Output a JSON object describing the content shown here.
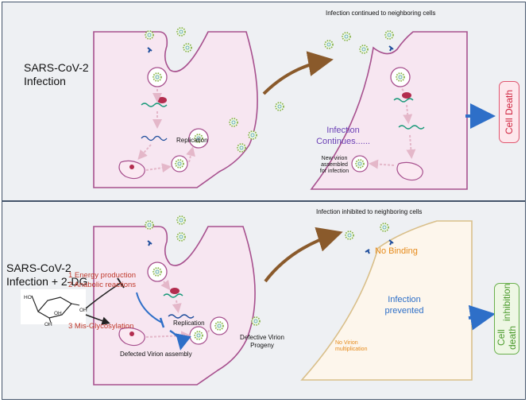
{
  "top_panel": {
    "title_line1": "SARS-CoV-2",
    "title_line2": "Infection",
    "heading": "Infection continued to neighboring cells",
    "replication_label": "Replication",
    "continues_line1": "Infection",
    "continues_line2": "Continues......",
    "new_virion_line1": "New virion",
    "new_virion_line2": "assembled",
    "new_virion_line3": "for infection",
    "outcome": "Cell Death"
  },
  "bottom_panel": {
    "title_line1": "SARS-CoV-2",
    "title_line2": "Infection + 2-DG",
    "heading": "Infection inhibited to neighboring cells",
    "effect_1": "1 Energy production",
    "effect_2": "2 Anabolic reactions",
    "effect_3": "3 Mis-Glycosylation",
    "replication_label": "Replication",
    "defected_assembly": "Defected Virion assembly",
    "defective_progeny_line1": "Defective Virion",
    "defective_progeny_line2": "Progeny",
    "no_binding": "No Binding",
    "prevented_line1": "Infection",
    "prevented_line2": "prevented",
    "no_mult_line1": "No Virion",
    "no_mult_line2": "multiplication",
    "outcome_line1": "Cell death",
    "outcome_line2": "inhibition",
    "molecule_labels": {
      "ho": "HO",
      "oh1": "OH",
      "oh2": "OH",
      "oh3": "OH"
    }
  },
  "colors": {
    "infected_cell": "#f7e6f1",
    "membrane": "#a7508e",
    "protected_cell": "#fdf6ec",
    "protected_membrane": "#d9bf8a",
    "virus": "#7fae3e",
    "arrow_brown": "#8a5a2b",
    "arrow_blue": "#2e6fc8"
  }
}
